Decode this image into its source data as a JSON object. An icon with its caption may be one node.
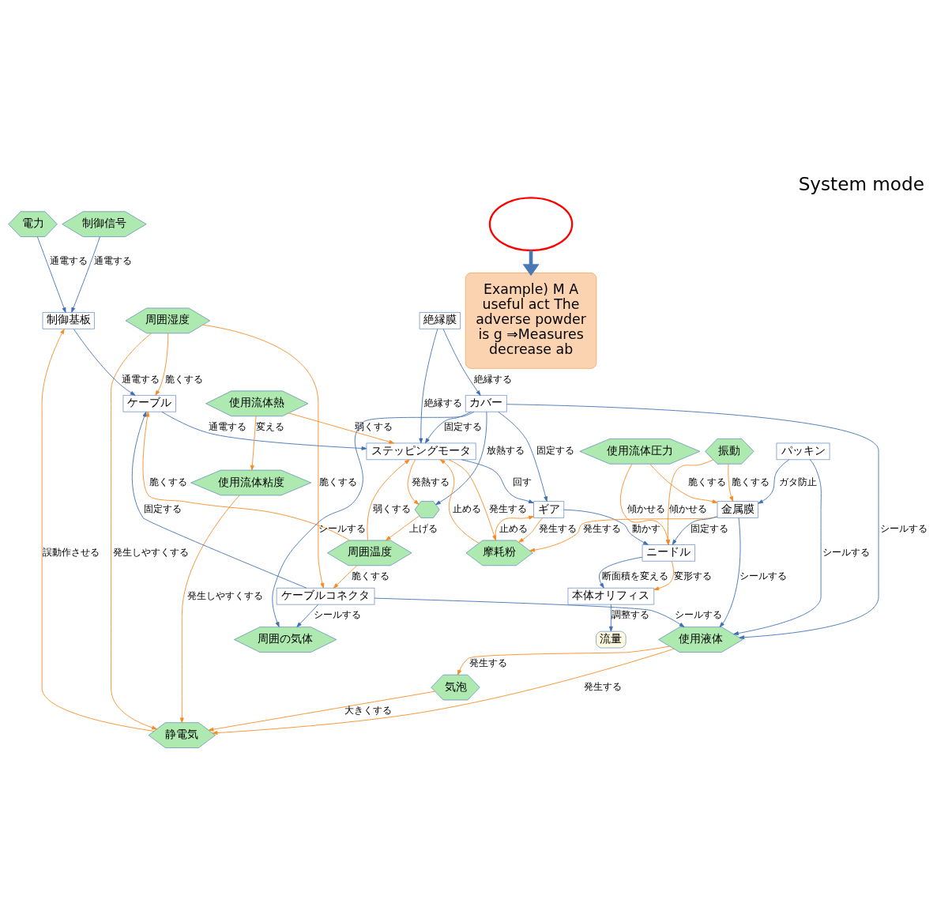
{
  "diagram": {
    "title": "System mode",
    "nodes": [
      {
        "text": [
          "電力"
        ]
      },
      {
        "text": [
          "制御信号"
        ]
      },
      {
        "text": [
          "静電気"
        ]
      },
      {
        "text": [
          "周囲湿度"
        ]
      },
      {
        "text": [
          "制御基板"
        ]
      },
      {
        "text": [
          "気泡"
        ]
      },
      {
        "text": [
          "使用流体粘度"
        ]
      },
      {
        "text": [
          "ケーブル"
        ]
      },
      {
        "text": [
          "周囲の気体"
        ]
      },
      {
        "text": [
          "使用液体"
        ]
      },
      {
        "text": [
          "周囲温度"
        ]
      },
      {
        "text": [
          "ケーブルコネクタ"
        ]
      },
      {
        "text": [],
        "shape": "hexagon"
      },
      {
        "text": [
          "使用流体熱"
        ]
      },
      {
        "text": [
          "ステッピングモータ"
        ]
      },
      {
        "text": [
          "カバー"
        ]
      },
      {
        "text": [
          "ギア"
        ]
      },
      {
        "text": [
          "絶縁膜"
        ]
      },
      {
        "text": [
          "パッキン"
        ]
      },
      {
        "text": [
          "摩耗粉"
        ]
      },
      {
        "text": [
          "金属膜"
        ]
      },
      {
        "text": [
          "ニードル"
        ]
      },
      {
        "text": [
          "本体オリフィス"
        ]
      },
      {
        "text": [
          "振動"
        ]
      },
      {
        "text": [
          "使用流体圧力"
        ]
      },
      {
        "text": [
          "流量"
        ]
      },
      {
        "text": [],
        "shape": "circle"
      },
      {
        "text": [
          "Example) M A useful act The adverse powder is g ⇒Measures decrease ab"
        ]
      }
    ],
    "edges": [
      {
        "from": 0,
        "to": 4,
        "arrow": "to",
        "label": "通電する",
        "color": "#3c6eb4"
      },
      {
        "from": 1,
        "to": 4,
        "arrow": "to",
        "label": "通電する",
        "color": "#3c6eb4"
      },
      {
        "from": 3,
        "to": 2,
        "arrow": "to",
        "label": "発生しやすくする"
      },
      {
        "from": 2,
        "to": 4,
        "arrow": "to",
        "label": "誤動作させる"
      },
      {
        "from": 5,
        "to": 2,
        "arrow": "to",
        "label": "大きくする"
      },
      {
        "from": 9,
        "to": 2,
        "arrow": "to",
        "label": "発生する"
      },
      {
        "from": 6,
        "to": 2,
        "arrow": "to",
        "label": "発生しやすくする"
      },
      {
        "from": 9,
        "to": 5,
        "arrow": "to",
        "label": "発生する"
      },
      {
        "from": 13,
        "to": 6,
        "arrow": "to",
        "label": "変える"
      },
      {
        "from": 4,
        "to": 7,
        "arrow": "to",
        "label": "通電する",
        "color": "#3c6eb4"
      },
      {
        "from": 3,
        "to": 7,
        "arrow": "to",
        "label": "脆くする"
      },
      {
        "from": 3,
        "to": 11,
        "arrow": "to",
        "label": "脆くする"
      },
      {
        "from": 10,
        "to": 7,
        "arrow": "to",
        "label": "脆くする"
      },
      {
        "from": 10,
        "to": 11,
        "arrow": "to",
        "label": "脆くする"
      },
      {
        "from": 11,
        "to": 7,
        "arrow": "to",
        "label": "固定する",
        "color": "#3c6eb4"
      },
      {
        "from": 11,
        "to": 8,
        "arrow": "to",
        "label": "シールする",
        "color": "#3c6eb4"
      },
      {
        "from": 11,
        "to": 9,
        "arrow": "to",
        "label": "シールする",
        "color": "#3c6eb4"
      },
      {
        "from": 7,
        "to": 14,
        "arrow": "to",
        "label": "通電する",
        "color": "#3c6eb4"
      },
      {
        "from": 12,
        "to": 10,
        "arrow": "to",
        "label": "上げる"
      },
      {
        "from": 10,
        "to": 14,
        "arrow": "to",
        "label": "弱くする"
      },
      {
        "from": 14,
        "to": 12,
        "arrow": "to",
        "label": "発熱する"
      },
      {
        "from": 15,
        "to": 12,
        "arrow": "to",
        "label": "放熱する",
        "color": "#3c6eb4"
      },
      {
        "from": 15,
        "to": 8,
        "arrow": "to",
        "label": "シールする",
        "color": "#3c6eb4"
      },
      {
        "from": 15,
        "to": 9,
        "arrow": "to",
        "label": "シールする",
        "color": "#3c6eb4"
      },
      {
        "from": 13,
        "to": 14,
        "arrow": "to",
        "label": "弱くする"
      },
      {
        "from": 18,
        "to": 9,
        "arrow": "to",
        "label": "シールする",
        "color": "#3c6eb4"
      },
      {
        "from": 15,
        "to": 14,
        "arrow": "to",
        "label": "固定する",
        "color": "#3c6eb4"
      },
      {
        "from": 20,
        "to": 9,
        "arrow": "to",
        "label": "シールする",
        "color": "#3c6eb4"
      },
      {
        "from": 14,
        "to": 19,
        "arrow": "to",
        "label": "発生する"
      },
      {
        "from": 19,
        "to": 14,
        "arrow": "to",
        "label": "止める"
      },
      {
        "from": 14,
        "to": 16,
        "arrow": "to",
        "label": "回す",
        "color": "#3c6eb4"
      },
      {
        "from": 17,
        "to": 14,
        "arrow": "to",
        "label": "絶縁する",
        "color": "#3c6eb4"
      },
      {
        "from": 15,
        "to": 16,
        "arrow": "to",
        "label": "固定する",
        "color": "#3c6eb4"
      },
      {
        "from": 17,
        "to": 15,
        "arrow": "to",
        "label": "絶縁する",
        "color": "#3c6eb4"
      },
      {
        "from": 16,
        "to": 19,
        "arrow": "to",
        "label": "発生する"
      },
      {
        "from": 19,
        "to": 16,
        "arrow": "to",
        "label": "止める"
      },
      {
        "from": 18,
        "to": 20,
        "arrow": "to",
        "label": "ガタ防止",
        "color": "#3c6eb4"
      },
      {
        "from": 16,
        "to": 21,
        "arrow": "to",
        "label": "動かす",
        "color": "#3c6eb4"
      },
      {
        "from": 20,
        "to": 19,
        "arrow": "to",
        "label": "発生する"
      },
      {
        "from": 20,
        "to": 21,
        "arrow": "to",
        "label": "固定する",
        "color": "#3c6eb4"
      },
      {
        "from": 21,
        "to": 22,
        "arrow": "to",
        "label": "変形する"
      },
      {
        "from": 21,
        "to": 22,
        "arrow": "to",
        "label": "断面積を変える",
        "color": "#3c6eb4"
      },
      {
        "from": 23,
        "to": 21,
        "arrow": "to",
        "label": "傾かせる"
      },
      {
        "from": 24,
        "to": 21,
        "arrow": "to",
        "label": "傾かせる"
      },
      {
        "from": 24,
        "to": 20,
        "arrow": "to",
        "label": "脆くする"
      },
      {
        "from": 23,
        "to": 20,
        "arrow": "to",
        "label": "脆くする"
      },
      {
        "from": 22,
        "to": 25,
        "arrow": "to",
        "label": "調整する",
        "color": "#3c6eb4"
      },
      {
        "from": 26,
        "to": 27,
        "arrow": "to",
        "style": "thick",
        "color": "#4a78b5"
      }
    ]
  }
}
